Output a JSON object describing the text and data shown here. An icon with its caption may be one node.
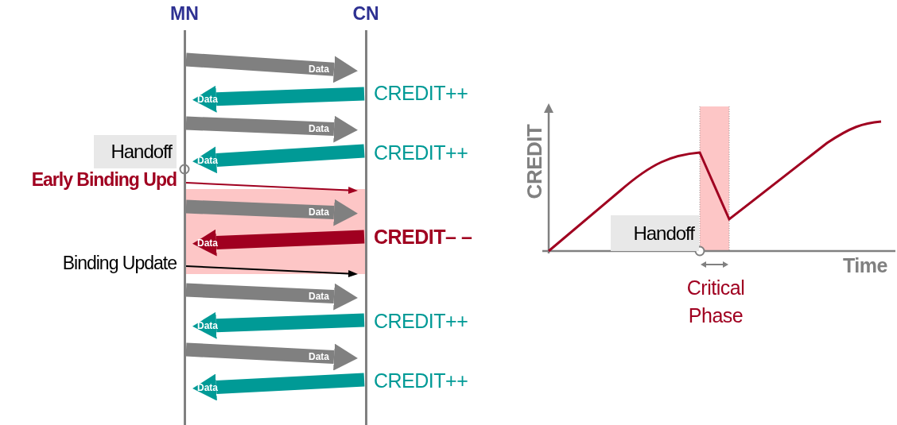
{
  "diagram": {
    "nodes": [
      {
        "text": [
          "MN"
        ]
      },
      {
        "text": [
          "CN"
        ]
      },
      {
        "text": [
          "Handoff"
        ]
      },
      {
        "text": [
          "Handoff"
        ]
      }
    ],
    "edges": [
      {
        "from": 0,
        "to": 1,
        "arrow": "to",
        "label": "Data"
      },
      {
        "from": 1,
        "to": 0,
        "arrow": "to",
        "label": "Data",
        "color": "#009a96"
      },
      {
        "from": 0,
        "to": 1,
        "arrow": "to",
        "label": "Data"
      },
      {
        "from": 1,
        "to": 0,
        "arrow": "to",
        "label": "Data",
        "color": "#009a96"
      },
      {
        "from": 0,
        "to": 1,
        "arrow": "to",
        "label": "Early Binding Upd",
        "color": "#a00020"
      },
      {
        "from": 0,
        "to": 1,
        "arrow": "to",
        "label": "Data"
      },
      {
        "from": 1,
        "to": 0,
        "arrow": "to",
        "label": "Data",
        "color": "#a00020"
      },
      {
        "from": 0,
        "to": 1,
        "arrow": "to",
        "label": "Binding Update",
        "color": "#000000"
      },
      {
        "from": 0,
        "to": 1,
        "arrow": "to",
        "label": "Data"
      },
      {
        "from": 1,
        "to": 0,
        "arrow": "to",
        "label": "Data",
        "color": "#009a96"
      },
      {
        "from": 0,
        "to": 1,
        "arrow": "to",
        "label": "Data"
      },
      {
        "from": 1,
        "to": 0,
        "arrow": "to",
        "label": "Data",
        "color": "#009a96"
      }
    ],
    "labels": [
      "CREDIT++",
      "CREDIT++",
      "CREDIT– –",
      "CREDIT++",
      "CREDIT++",
      "CREDIT",
      "Time",
      "Critical Phase"
    ]
  }
}
